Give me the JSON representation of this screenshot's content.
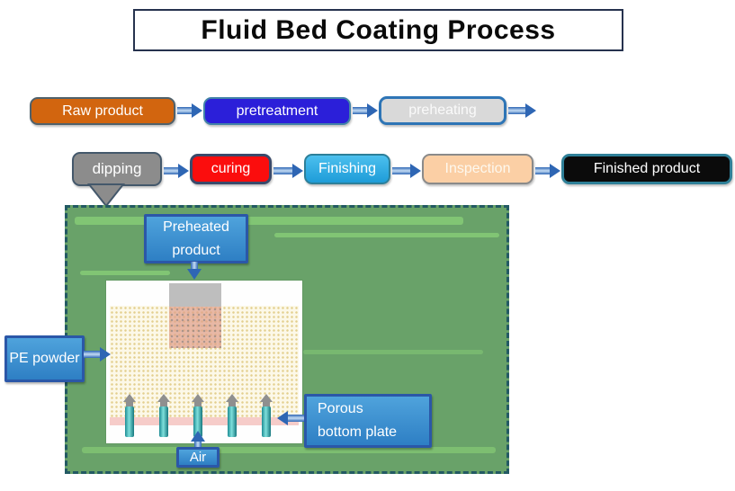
{
  "title": "Fluid Bed Coating Process",
  "process_steps": {
    "row1": [
      {
        "label": "Raw product",
        "color": "#D2650F"
      },
      {
        "label": "pretreatment",
        "color": "#2B1FD9"
      },
      {
        "label": "preheating",
        "color": "#D9D9D9"
      }
    ],
    "row2": [
      {
        "label": "dipping",
        "color": "#8C8C8C"
      },
      {
        "label": "curing",
        "color": "#FB0D0D"
      },
      {
        "label": "Finishing",
        "color": "#2FA8DF"
      },
      {
        "label": "Inspection",
        "color": "#FBCFA5"
      },
      {
        "label": "Finished product",
        "color": "#0B0B0B"
      }
    ]
  },
  "diagram": {
    "labels": {
      "preheated_product": "Preheated product",
      "pe_powder": "PE powder",
      "porous_bottom_plate": "Porous bottom plate",
      "air": "Air"
    },
    "colors": {
      "panel_green": "#69A269",
      "panel_border": "#235A63",
      "callout_blue": "#3A8FD0",
      "arrow_blue": "#2E66B4",
      "powder_bed": "#FCF8E8",
      "porous_plate": "#F6CCC9",
      "nozzle_teal": "#1E8C94"
    }
  }
}
